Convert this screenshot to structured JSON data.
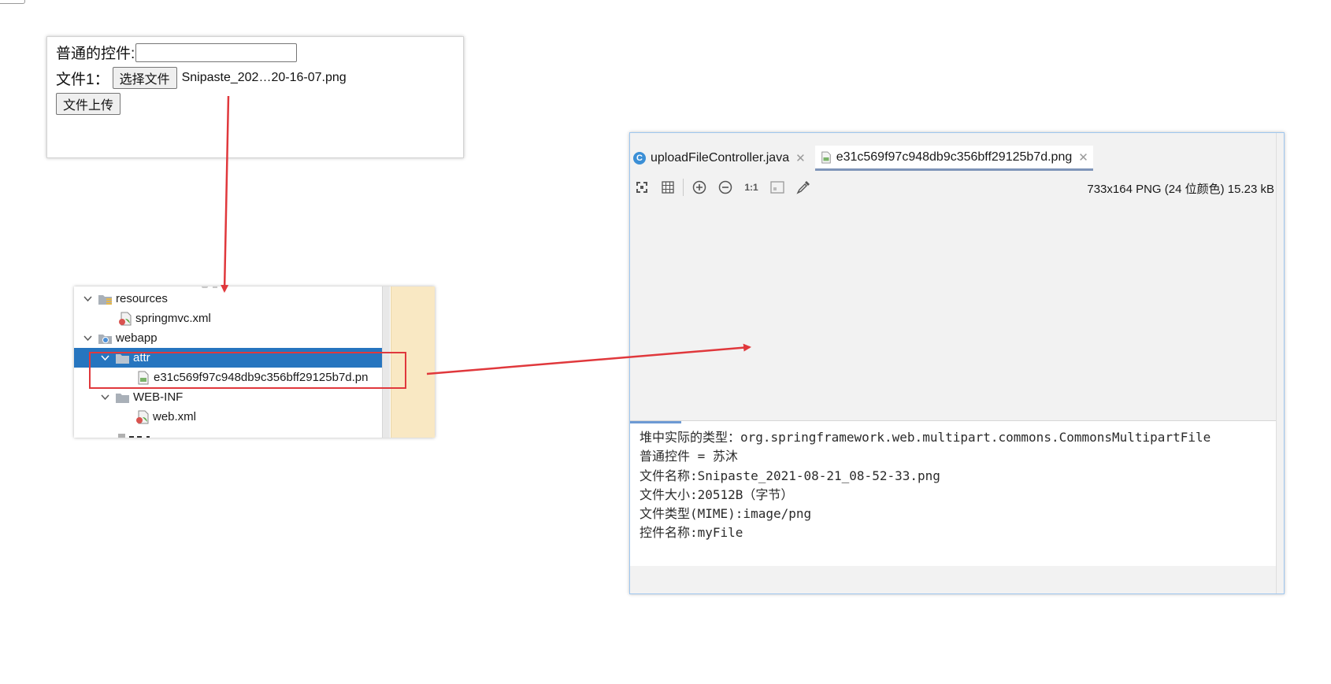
{
  "form": {
    "normal_label": "普通的控件:",
    "normal_value": "",
    "file_label": "文件1：",
    "choose_button": "选择文件",
    "chosen_file": "Snipaste_202…20-16-07.png",
    "upload_button": "文件上传"
  },
  "tree": {
    "items": [
      {
        "label": "resources"
      },
      {
        "label": "springmvc.xml"
      },
      {
        "label": "webapp"
      },
      {
        "label": "attr"
      },
      {
        "label": "e31c569f97c948db9c356bff29125b7d.pn"
      },
      {
        "label": "WEB-INF"
      },
      {
        "label": "web.xml"
      }
    ]
  },
  "ide": {
    "tabs": [
      {
        "label": "uploadFileController.java"
      },
      {
        "label": "e31c569f97c948db9c356bff29125b7d.png"
      }
    ],
    "zoom_actual_label": "1:1",
    "image_info": "733x164 PNG (24 位颜色) 15.23 kB",
    "console_lines": [
      "堆中实际的类型：org.springframework.web.multipart.commons.CommonsMultipartFile",
      "普通控件 = 苏沐",
      "文件名称:Snipaste_2021-08-21_08-52-33.png",
      "文件大小:20512B（字节）",
      "文件类型(MIME):image/png",
      "控件名称:myFile"
    ]
  },
  "colors": {
    "selection": "#2675bf",
    "highlight_box": "#e0383c",
    "arrow": "#e0383c",
    "gutter": "#f9e8c3"
  }
}
